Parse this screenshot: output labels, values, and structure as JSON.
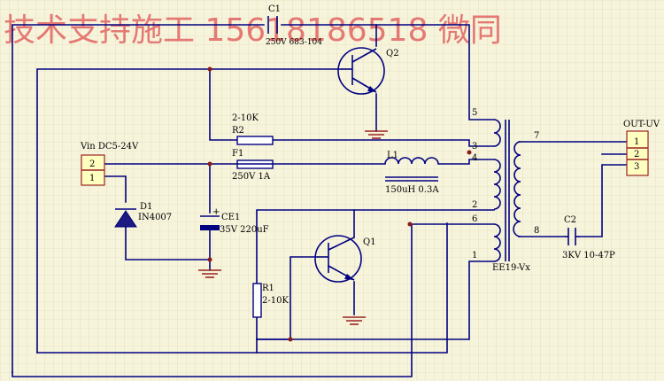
{
  "watermark": "技术支持施工 15618186518 微同",
  "components": {
    "c1": {
      "ref": "C1",
      "value": "250V 683-104"
    },
    "q2": {
      "ref": "Q2"
    },
    "q1": {
      "ref": "Q1"
    },
    "r2": {
      "ref": "R2",
      "value": "2-10K"
    },
    "f1": {
      "ref": "F1",
      "value": "250V 1A"
    },
    "l1": {
      "ref": "L1",
      "value": "150uH 0.3A"
    },
    "d1": {
      "ref": "D1",
      "value": "IN4007"
    },
    "ce1": {
      "ref": "CE1",
      "value": "35V 220uF"
    },
    "r1": {
      "ref": "R1",
      "value": "2-10K"
    },
    "c2": {
      "ref": "C2",
      "value": "3KV 10-47P"
    },
    "t1": {
      "ref": "EE19-Vx"
    }
  },
  "connectors": {
    "vin": {
      "label": "Vin DC5-24V",
      "pins": [
        "2",
        "1"
      ]
    },
    "out": {
      "label": "OUT-UV",
      "pins": [
        "1",
        "2",
        "3"
      ]
    }
  },
  "transformer_pins": {
    "p5": "5",
    "p3": "3",
    "p4": "4",
    "p2": "2",
    "p6": "6",
    "p1": "1",
    "p7": "7",
    "p8": "8"
  }
}
